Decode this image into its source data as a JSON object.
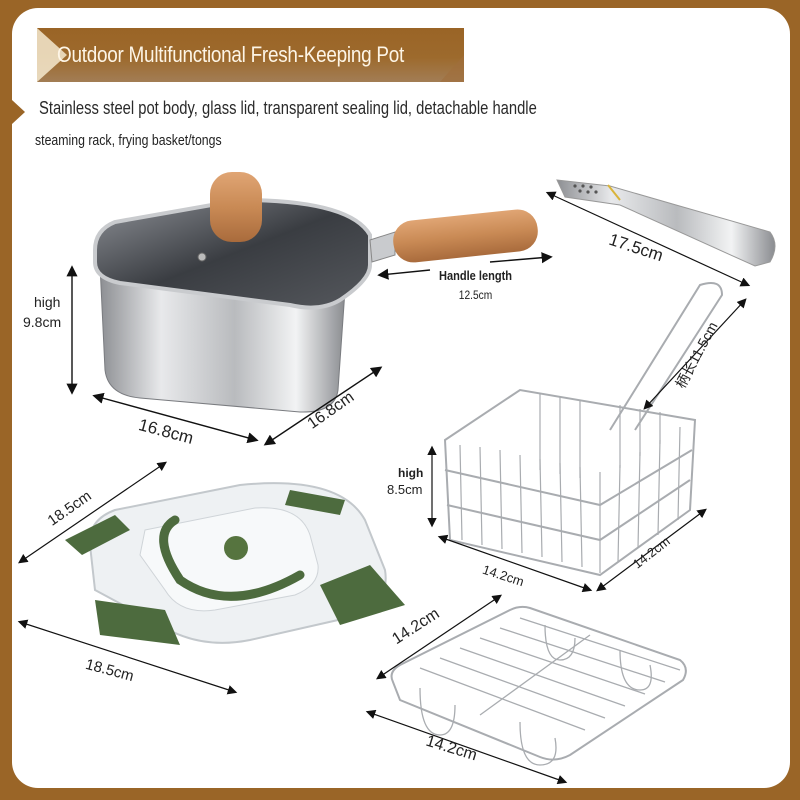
{
  "header": {
    "title": "Outdoor Multifunctional Fresh-Keeping Pot",
    "subtitle_line1": "Stainless steel pot body, glass lid, transparent sealing lid, detachable handle",
    "subtitle_line2": "steaming rack, frying basket/tongs"
  },
  "colors": {
    "frame": "#9a6527",
    "banner": "#9a6426",
    "banner_text": "#fdf5e6",
    "lid_clip_green": "#4d6b3e",
    "handle_wood": "#c98a55",
    "background": "#ffffff"
  },
  "products": {
    "pot": {
      "name": "stainless-steel-pot",
      "height_label": "high",
      "height_value": "9.8cm",
      "width": "16.8cm",
      "depth": "16.8cm",
      "handle_label": "Handle length",
      "handle_value": "12.5cm"
    },
    "tongs": {
      "name": "tongs",
      "length": "17.5cm"
    },
    "frying_basket": {
      "name": "frying-basket",
      "handle_length": "柄长11.5cm",
      "height_label": "high",
      "height_value": "8.5cm",
      "width": "14.2cm",
      "depth": "14.2cm"
    },
    "sealing_lid": {
      "name": "transparent-sealing-lid",
      "width": "18.5cm",
      "depth": "18.5cm"
    },
    "steaming_rack": {
      "name": "steaming-rack",
      "width": "14.2cm",
      "depth": "14.2cm"
    }
  }
}
